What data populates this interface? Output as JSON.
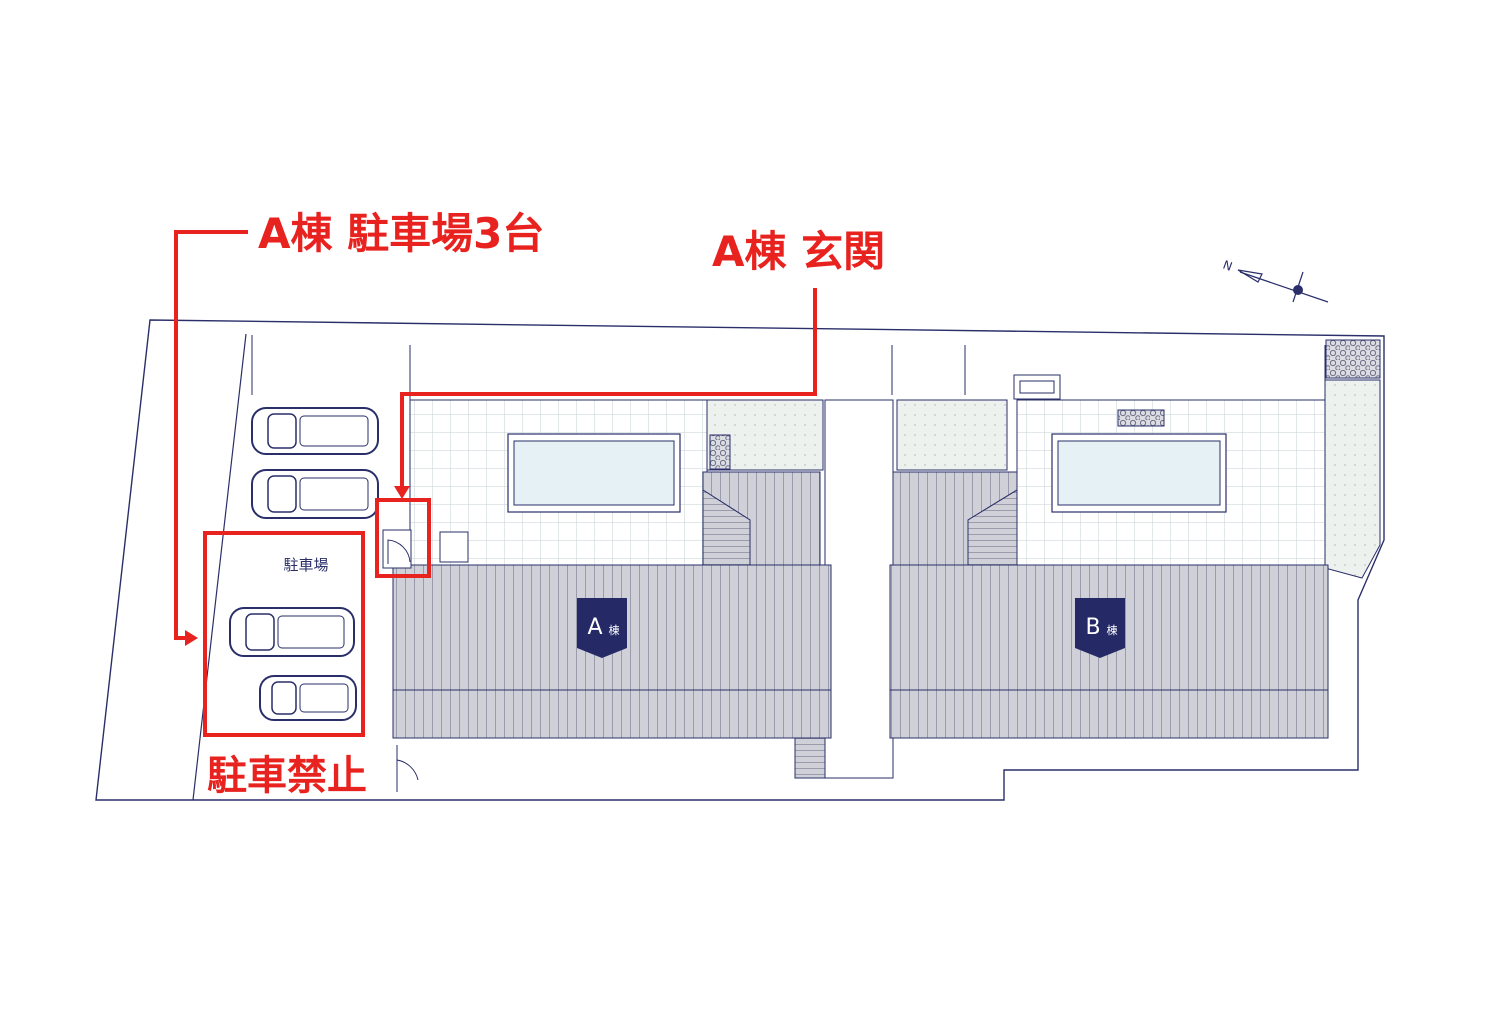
{
  "annotations": {
    "parking_3": "A棟 駐車場3台",
    "entrance": "A棟 玄関",
    "no_parking": "駐車禁止"
  },
  "plan_labels": {
    "parking_area": "駐車場",
    "building_a_letter": "A",
    "building_b_letter": "B",
    "building_suffix": "棟"
  },
  "compass": {
    "north_letter": "N"
  },
  "colors": {
    "annotation_red": "#e8231f",
    "line_navy": "#2a2f6a",
    "roof_gray": "#d0d1d8",
    "green_area": "#dfe9df",
    "badge_navy": "#252a66",
    "window_blue": "#e6f1f6"
  }
}
